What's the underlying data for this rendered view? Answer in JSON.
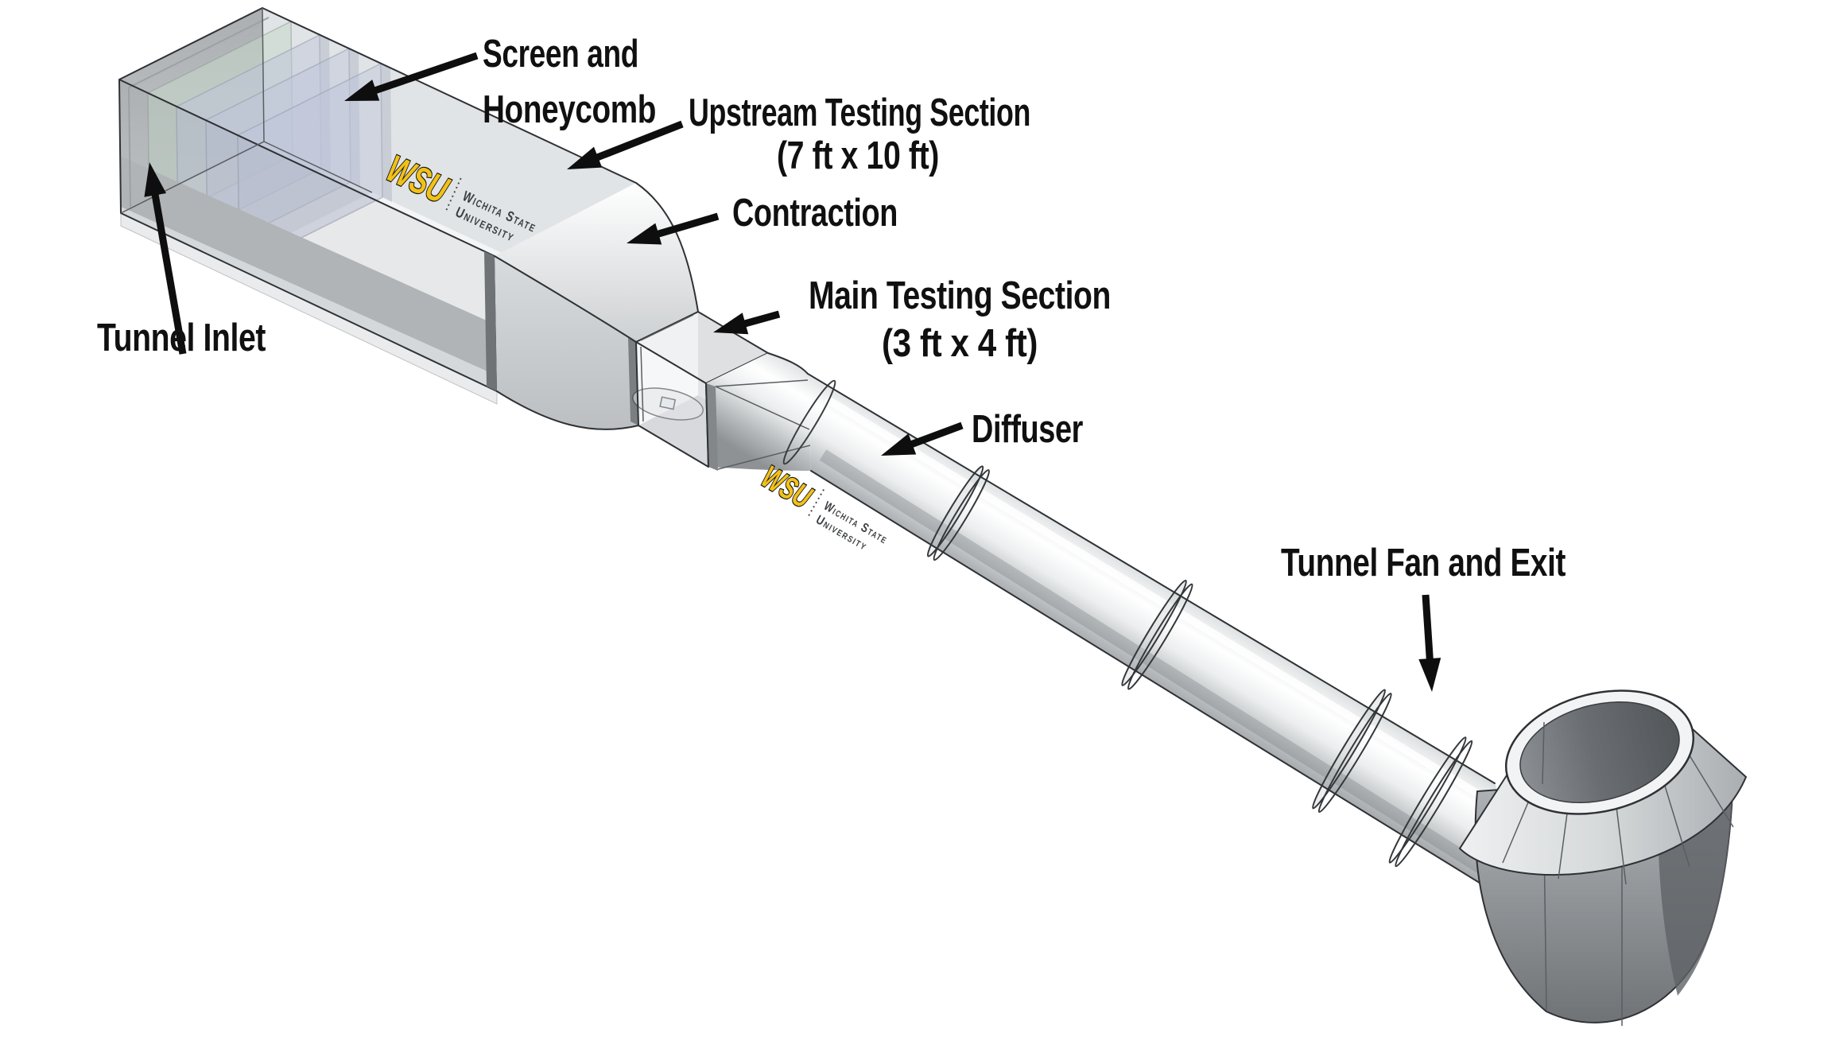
{
  "labels": {
    "screen_honeycomb": {
      "line1": "Screen and",
      "line2": "Honeycomb"
    },
    "upstream_testing": {
      "line1": "Upstream Testing Section",
      "line2": "(7 ft x 10 ft)"
    },
    "contraction": {
      "text": "Contraction"
    },
    "main_testing": {
      "line1": "Main Testing Section",
      "line2": "(3 ft x 4 ft)"
    },
    "diffuser": {
      "text": "Diffuser"
    },
    "tunnel_inlet": {
      "text": "Tunnel Inlet"
    },
    "tunnel_fan_exit": {
      "text": "Tunnel Fan and Exit"
    }
  },
  "branding": {
    "emblem_text": "WSU",
    "university_line1": "Wichita State",
    "university_line2": "University",
    "emblem_color": "#F2C117",
    "university_text_color": "#3b3e41"
  },
  "colors": {
    "background": "#ffffff",
    "label_text": "#101010",
    "arrow": "#0e0e0e",
    "outline": "#2e3135",
    "metal_highlight": "#ffffff",
    "metal_mid": "#c9ccce",
    "metal_shadow": "#8f9396",
    "honeycomb_panel_blue": "rgba(150,160,198,0.50)",
    "screen_panel_green": "rgba(165,195,170,0.55)",
    "exit_interior_dark": "#5d6164"
  }
}
